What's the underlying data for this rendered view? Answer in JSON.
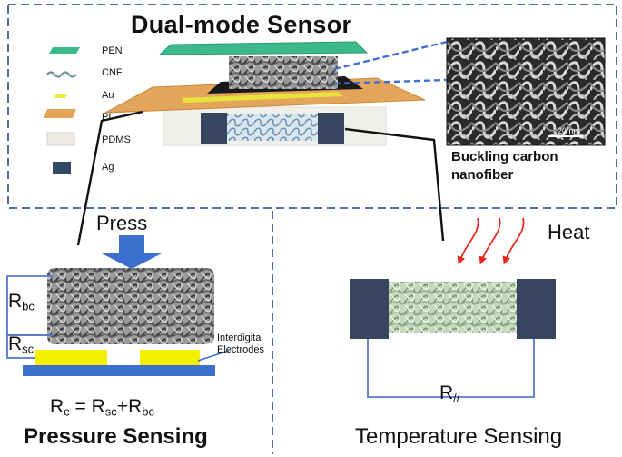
{
  "title": "Dual-mode Sensor",
  "legend": [
    {
      "label": "PEN",
      "color": "#3cb98a",
      "icon": "pen-layer-swatch"
    },
    {
      "label": "CNF",
      "color": "#6f8f9f",
      "icon": "cnf-wavy-line"
    },
    {
      "label": "Au",
      "color": "#ecea3a",
      "icon": "au-electrode-swatch"
    },
    {
      "label": "PI",
      "color": "#e2a559",
      "icon": "pi-layer-swatch"
    },
    {
      "label": "PDMS",
      "color": "#e9e5dc",
      "icon": "pdms-block-swatch"
    },
    {
      "label": "Ag",
      "color": "#334766",
      "icon": "ag-electrode-swatch"
    }
  ],
  "sem": {
    "scale_bar": "20 nm",
    "caption_line1": "Buckling carbon",
    "caption_line2": "nanofiber"
  },
  "pressure": {
    "press_label": "Press",
    "rbc_main": "R",
    "rbc_sub": "bc",
    "rsc_main": "R",
    "rsc_sub": "sc",
    "electrodes_line1": "Interdigital",
    "electrodes_line2": "Electrodes",
    "formula": {
      "rc_main": "R",
      "rc_sub": "c",
      "eq": " = ",
      "rsc_main": "R",
      "rsc_sub": "sc",
      "plus": "+",
      "rbc_main": "R",
      "rbc_sub": "bc"
    },
    "title": "Pressure Sensing"
  },
  "temperature": {
    "heat_label": "Heat",
    "r_main": "R",
    "r_sub": "//",
    "title": "Temperature Sensing"
  },
  "colors": {
    "frame_dash": "#3a5a8c",
    "arrow_blue": "#3d6fcf",
    "heat_red": "#e8281c",
    "electrode_yellow": "#f5f000",
    "substrate_blue": "#3d6fcf",
    "ag_block": "#37455e",
    "circuit_line": "#5577cc"
  }
}
